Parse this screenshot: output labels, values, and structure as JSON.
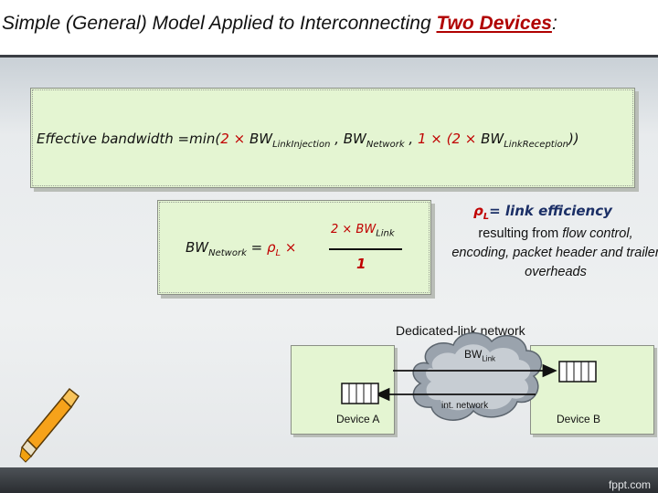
{
  "slide": {
    "title_prefix": "Simple (General) Model Applied to Interconnecting ",
    "title_highlight": "Two Devices",
    "title_suffix": ":"
  },
  "formula_effective": {
    "lead": "Effective bandwidth =min(",
    "coef1": "2 ×",
    "bw": "BW",
    "sub_injection": "Link­Injection",
    "comma1": " , ",
    "bw_network": "BW",
    "sub_network": "Network",
    "comma2": " , ",
    "coef2": "1 × (2 ×",
    "bw_reception": " BW",
    "sub_reception": "LinkReception",
    "close": "))"
  },
  "formula_network": {
    "lhs_bw": "BW",
    "lhs_sub": "Network",
    "equals": " = ",
    "rho": "ρ",
    "rho_sub": "L",
    "times": " ×",
    "num_coef": "2 × BW",
    "num_sub": "Link",
    "denominator": "1"
  },
  "rho_definition": {
    "rho": "ρ",
    "rho_sub": "L",
    "text": "= link efficiency",
    "desc_plain": "resulting from ",
    "desc_italic": "flow control,",
    "desc_rest": " encoding, packet header and trailer overheads"
  },
  "network": {
    "label": "Dedicated-link network",
    "bw_link": "BW",
    "bw_link_sub": "Link",
    "cloud_label": "int. network",
    "device_a": "Device A",
    "device_b": "Device B"
  },
  "footer": {
    "brand": "fppt.com"
  },
  "colors": {
    "accent_red": "#c00000",
    "box_green": "#e4f5d2",
    "link_navy": "#1b2f66"
  }
}
